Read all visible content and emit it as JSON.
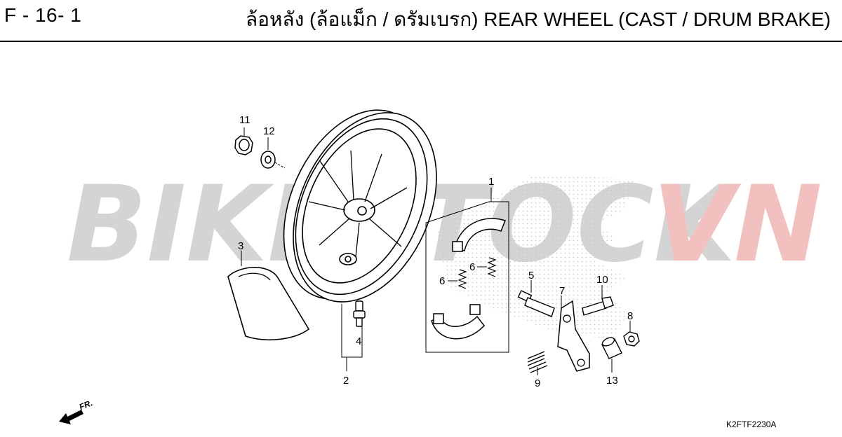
{
  "header": {
    "page_code": "F - 16- 1",
    "title": "ล้อหลัง (ล้อแม็ก / ดรัมเบรก)  REAR WHEEL (CAST / DRUM BRAKE)"
  },
  "watermark": {
    "part1": "BIKESTOCK",
    "part2": "VN",
    "color_gray": "#d4d4d4",
    "color_red": "#f3c0c0"
  },
  "callouts": {
    "c1": "1",
    "c2": "2",
    "c3": "3",
    "c4": "4",
    "c5": "5",
    "c6a": "6",
    "c6b": "6",
    "c7": "7",
    "c8": "8",
    "c9": "9",
    "c10": "10",
    "c11": "11",
    "c12": "12",
    "c13": "13"
  },
  "direction": {
    "label": "FR."
  },
  "drawing_code": "K2FTF2230A"
}
